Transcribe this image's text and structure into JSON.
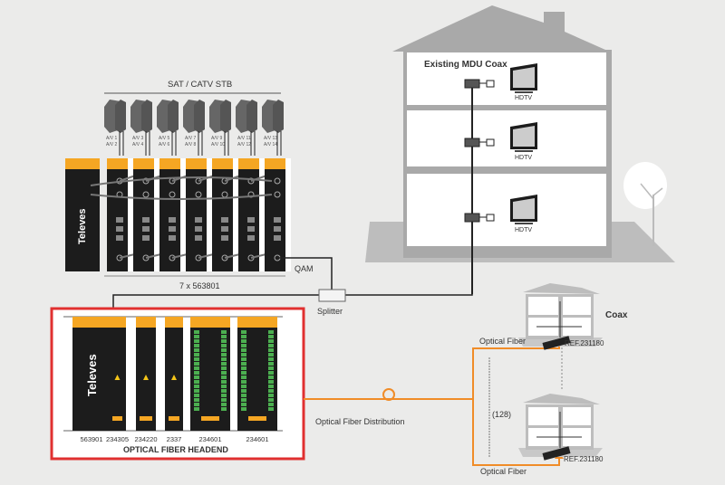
{
  "colors": {
    "background": "#ebebea",
    "building": "#a9a9a9",
    "module_body": "#1c1c1c",
    "module_top": "#f5a623",
    "fiber": "#f08c28",
    "headend_border": "#e03030",
    "coax_line": "#222222"
  },
  "stb_group": {
    "title": "SAT / CATV STB",
    "count": 7,
    "av_labels": [
      [
        "A/V 1",
        "A/V 2"
      ],
      [
        "A/V 3",
        "A/V 4"
      ],
      [
        "A/V 5",
        "A/V 6"
      ],
      [
        "A/V 7",
        "A/V 8"
      ],
      [
        "A/V 9",
        "A/V 10"
      ],
      [
        "A/V 11",
        "A/V 12"
      ],
      [
        "A/V 13",
        "A/V 14"
      ]
    ]
  },
  "qam_headend": {
    "brand": "Televes",
    "caption": "7 x 563801",
    "output_label": "QAM"
  },
  "splitter": {
    "label": "Splitter"
  },
  "mdu": {
    "title": "Existing MDU Coax",
    "floors": [
      {
        "tv_label": "HDTV"
      },
      {
        "tv_label": "HDTV"
      },
      {
        "tv_label": "HDTV"
      }
    ]
  },
  "optical_headend": {
    "title": "OPTICAL FIBER HEADEND",
    "brand": "Televes",
    "modules": [
      "563901",
      "234305",
      "234220",
      "2337",
      "234601",
      "234601"
    ]
  },
  "distribution": {
    "label": "Optical Fiber Distribution",
    "count_label": "(128)",
    "houses": [
      {
        "fiber_label": "Optical Fiber",
        "ref": "REF.231180",
        "network_label": "Coax"
      },
      {
        "fiber_label": "Optical Fiber",
        "ref": "REF.231180"
      }
    ]
  }
}
